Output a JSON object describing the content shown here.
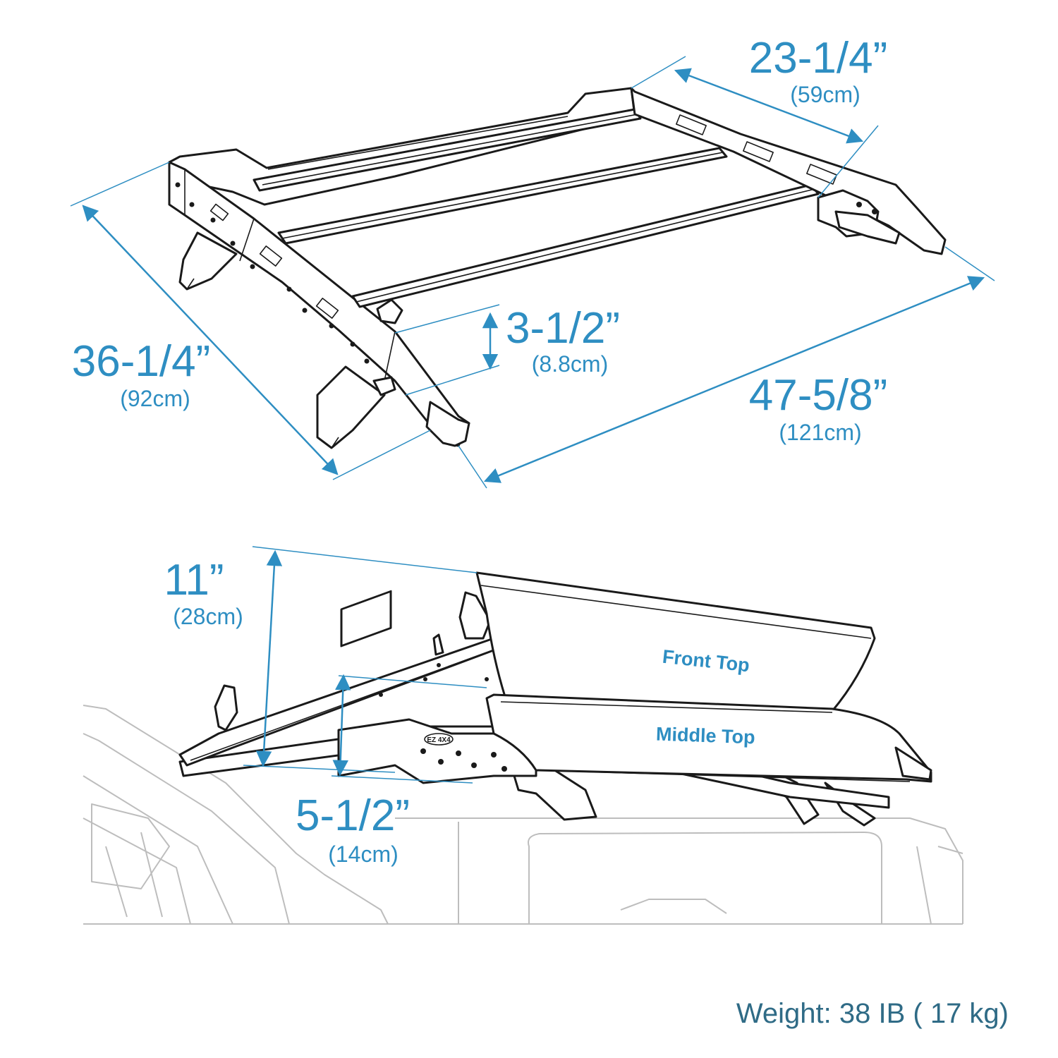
{
  "top_view": {
    "width_dim": {
      "main": "23-1/4”",
      "sub": "(59cm)"
    },
    "depth_dim": {
      "main": "36-1/4”",
      "sub": "(92cm)"
    },
    "height_dim": {
      "main": "3-1/2”",
      "sub": "(8.8cm)"
    },
    "length_dim": {
      "main": "47-5/8”",
      "sub": "(121cm)"
    }
  },
  "side_view": {
    "height_dim": {
      "main": "11”",
      "sub": "(28cm)"
    },
    "lower_dim": {
      "main": "5-1/2”",
      "sub": "(14cm)"
    },
    "labels": {
      "front_top": "Front Top",
      "middle_top": "Middle Top"
    },
    "logo": "EZ 4X4"
  },
  "weight": "Weight: 38 IB ( 17 kg)",
  "colors": {
    "dimension": "#2e8ec2",
    "weight": "#2f6b86",
    "ink": "#1a1a1a",
    "ghost": "#bdbdbd"
  }
}
